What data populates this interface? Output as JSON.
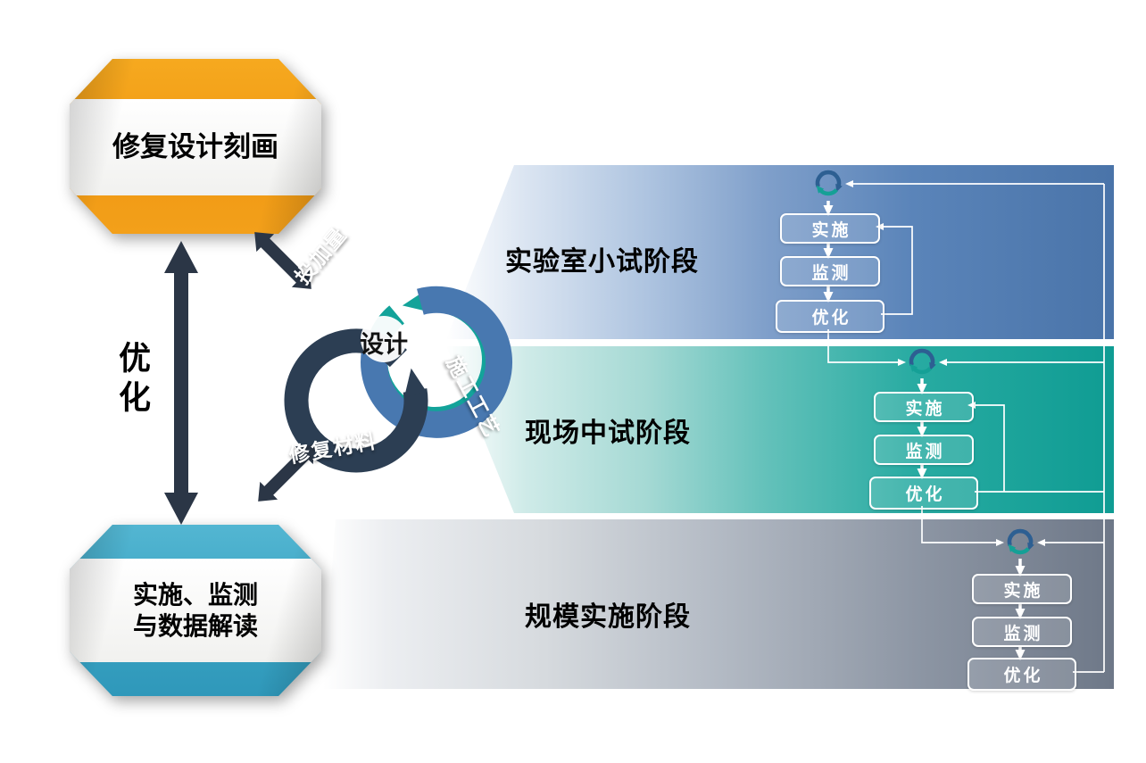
{
  "banners": {
    "top": {
      "label": "修复设计刻画"
    },
    "bottom": {
      "line1": "实施、监测",
      "line2": "与数据解读"
    }
  },
  "optimize_label": "优化",
  "cycle": {
    "center": "设计",
    "ring_dosage": "投加量",
    "ring_process": "施工工艺",
    "ring_material": "修复材料"
  },
  "stages": [
    {
      "label": "实验室小试阶段",
      "steps": [
        "实施",
        "监测",
        "优化"
      ]
    },
    {
      "label": "现场中试阶段",
      "steps": [
        "实施",
        "监测",
        "优化"
      ]
    },
    {
      "label": "规模实施阶段",
      "steps": [
        "实施",
        "监测",
        "优化"
      ]
    }
  ],
  "colors": {
    "orange_banner": "#f29d1a",
    "teal_banner": "#3fa7c4",
    "band_lab_blue": "#4a74a9",
    "band_pilot_teal": "#0f9c93",
    "band_scale_gray": "#6e7888",
    "ring_blue": "#4878b0",
    "ring_teal": "#13a39a",
    "ring_navy": "#2c3e53",
    "dark_arrow": "#2b3646"
  }
}
